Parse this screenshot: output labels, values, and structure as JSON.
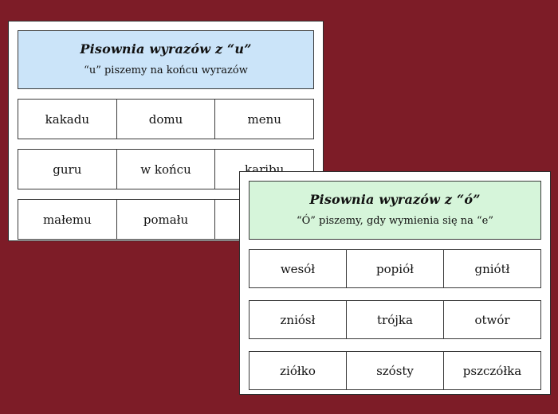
{
  "colors": {
    "background": "#7d1c27",
    "card_background": "#ffffff",
    "card_border": "#2e2e2e",
    "header_blue": "#cbe4f9",
    "header_green": "#d6f5da"
  },
  "cards": [
    {
      "id": "u-card",
      "header": {
        "title": "Pisownia wyrazów z “u”",
        "subtitle": "“u” piszemy na końcu wyrazów"
      },
      "rows": [
        [
          "kakadu",
          "domu",
          "menu"
        ],
        [
          "guru",
          "w końcu",
          "karibu"
        ],
        [
          "małemu",
          "pomału",
          ""
        ]
      ]
    },
    {
      "id": "o-card",
      "header": {
        "title": "Pisownia wyrazów z “ó”",
        "subtitle": "“Ó” piszemy, gdy wymienia się na “e”"
      },
      "rows": [
        [
          "wesół",
          "popiół",
          "gniótł"
        ],
        [
          "zniósł",
          "trójka",
          "otwór"
        ],
        [
          "ziółko",
          "szósty",
          "pszczółka"
        ]
      ]
    }
  ]
}
